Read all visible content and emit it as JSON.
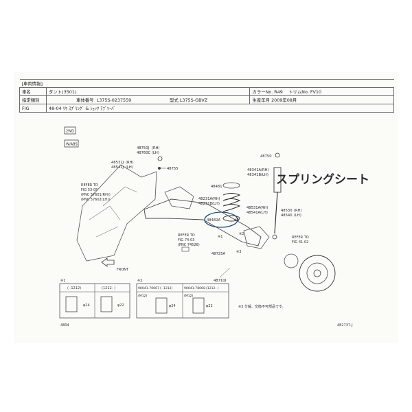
{
  "header": {
    "section_title": "[車両情報]",
    "car_name_label": "車名",
    "car_name": "タント(3501)",
    "color_label": "カラーNo.",
    "color": "R49",
    "trim_label": "トリムNo.",
    "trim": "FV10",
    "spec_label": "指定類別",
    "frame_label": "車体番号",
    "frame_no": "L375S-0237559",
    "model_label": "型式",
    "model": "L375S-GBVZ",
    "production_label": "生産年月",
    "production": "2009年08月",
    "fig_label": "FIG",
    "fig_value": "48-04 ﾘﾔ ｽﾌﾟﾘﾝｸﾞ & ｼｮｯｸ ｱﾌﾞｿｰﾊﾞ"
  },
  "badges": {
    "drive": "2WD",
    "abs": "W/ABS"
  },
  "parts": {
    "p48750j": "48750J",
    "p48760c": "48760C",
    "p48755": "48755",
    "p48531j": "48531J",
    "p48541j": "48541J",
    "p48750": "48750",
    "p48341a": "48341A",
    "p48341b": "48341B",
    "p48481": "48481",
    "p48231a": "48231A",
    "p48231b": "48231B",
    "p48531a": "48531A",
    "p48541a": "48541A",
    "p48530": "48530",
    "p48540": "48540",
    "p48482a": "48482A",
    "p48725a": "48725A",
    "p48710j": "48710J",
    "rh": "(RH)",
    "lh": "(LH)"
  },
  "refs": {
    "ref1_title": "REFER TO",
    "ref1_fig": "FIG 53-05",
    "ref1_pnc1": "(PNC 57601(RH))",
    "ref1_pnc2": "(PNC 57602(LH))",
    "ref2_title": "REFER TO",
    "ref2_fig": "FIG 74-03",
    "ref2_pnc": "(PNC 74526)",
    "ref3_title": "REFER TO",
    "ref3_fig": "FIG 41-02",
    "front": "FRONT"
  },
  "marks": {
    "m1": "※1",
    "m2": "※2",
    "m3": "※3"
  },
  "bottom": {
    "t1_mark": "※1",
    "t1_col1": "(  -1212)",
    "t1_col2": "(1212-  )",
    "dia24": "φ24",
    "dia22": "φ22",
    "t2_mark": "※2",
    "t2_pn1": "90041-70067",
    "t2_pn1_range": "( -1212)",
    "t2_pn2": "90041-78068",
    "t2_pn2_range": "(1212- )",
    "m12": "(M12)",
    "note": "※3 分解、交換不可部品です。",
    "page_left": "4804",
    "page_right": "482737-J"
  },
  "annotation": {
    "text": "スプリングシート"
  }
}
